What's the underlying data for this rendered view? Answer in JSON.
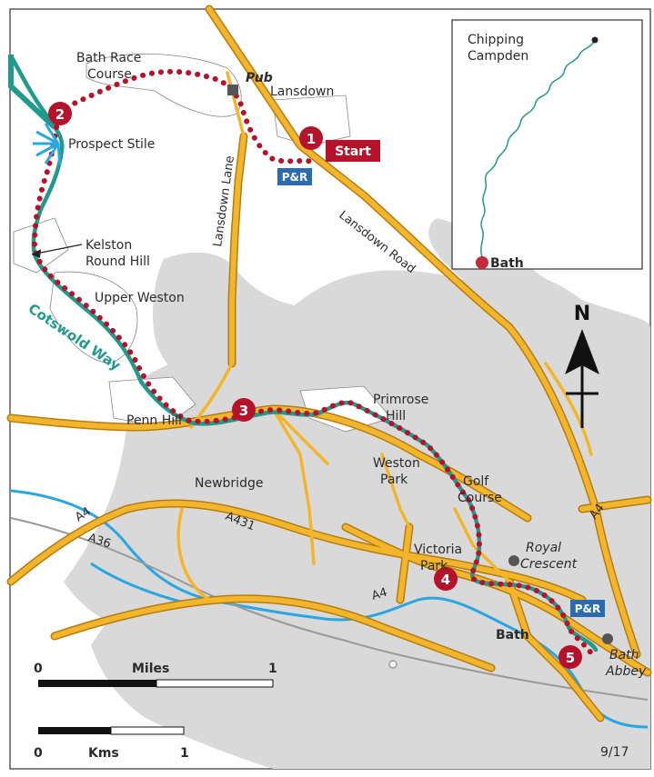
{
  "places": {
    "bath_race_course_1": "Bath Race",
    "bath_race_course_2": "Course",
    "pub": "Pub",
    "lansdown": "Lansdown",
    "prospect_stile": "Prospect Stile",
    "kelston_1": "Kelston",
    "kelston_2": "Round Hill",
    "upper_weston": "Upper Weston",
    "penn_hill": "Penn Hill",
    "newbridge": "Newbridge",
    "primrose_1": "Primrose",
    "primrose_2": "Hill",
    "weston_park_1": "Weston",
    "weston_park_2": "Park",
    "golf_1": "Golf",
    "golf_2": "Course",
    "victoria_1": "Victoria",
    "victoria_2": "Park",
    "royal_1": "Royal",
    "royal_2": "Crescent",
    "bath": "Bath",
    "abbey_1": "Bath",
    "abbey_2": "Abbey"
  },
  "roads": {
    "lansdown_lane": "Lansdown Lane",
    "lansdown_road": "Lansdown Road",
    "a4_west": "A4",
    "a431": "A431",
    "a36": "A36",
    "a4_mid": "A4",
    "a4_east": "A4"
  },
  "route": {
    "name": "Cotswold Way",
    "start_label": "Start",
    "park_ride": "P&R",
    "waypoints": [
      "1",
      "2",
      "3",
      "4",
      "5"
    ]
  },
  "inset": {
    "start_1": "Chipping",
    "start_2": "Campden",
    "end": "Bath"
  },
  "north": "N",
  "scale": {
    "miles_label": "Miles",
    "miles_0": "0",
    "miles_1": "1",
    "kms_label": "Kms",
    "kms_0": "0",
    "kms_1": "1"
  },
  "footer_code": "9/17",
  "colors": {
    "urban": "#d9d9d9",
    "road": "#f2b52b",
    "road_edge": "#b57d10",
    "river": "#2aa6e0",
    "route_dots": "#b5122c",
    "cotswold_way": "#1f9a8c",
    "badge": "#b5122c",
    "park_ride": "#2b6cb0"
  }
}
